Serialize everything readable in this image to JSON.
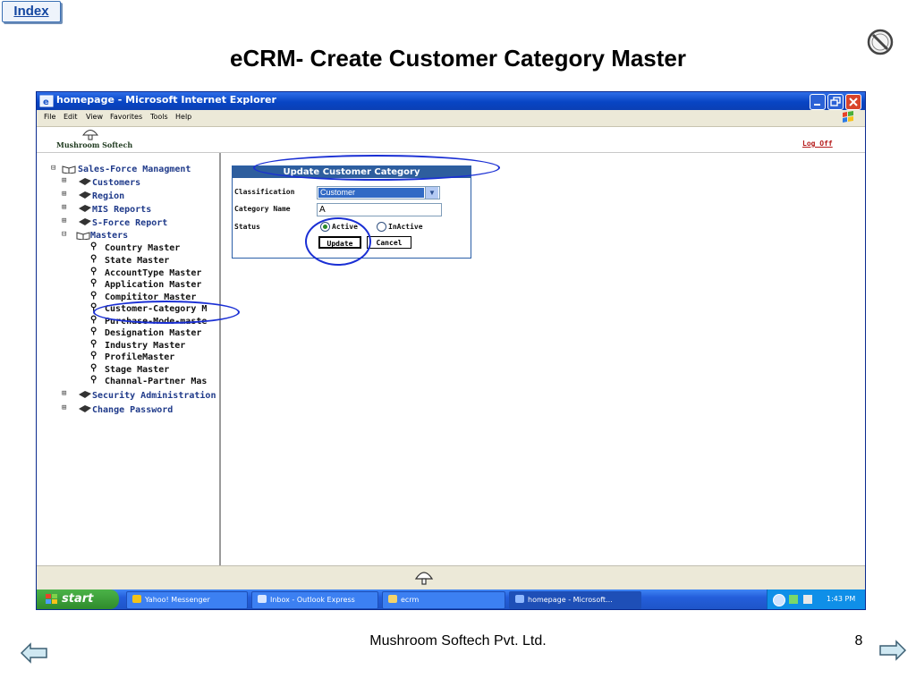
{
  "slide": {
    "index_label": "Index",
    "title": "eCRM- Create Customer Category Master",
    "footer_company": "Mushroom Softech Pvt. Ltd.",
    "page_number": "8"
  },
  "browser": {
    "title": "homepage - Microsoft Internet Explorer",
    "menu": [
      "File",
      "Edit",
      "View",
      "Favorites",
      "Tools",
      "Help"
    ]
  },
  "page": {
    "brand": "Mushroom Softech",
    "logoff": "Log Off"
  },
  "sidebar": {
    "root": "Sales-Force Managment",
    "groups": [
      "Customers",
      "Region",
      "MIS Reports",
      "S-Force Report"
    ],
    "masters_label": "Masters",
    "masters_items": [
      "Country Master",
      "State Master",
      "AccountType Master",
      "Application Master",
      "Compititor Master",
      "Customer-Category M",
      "Purchase-Mode-maste",
      "Designation Master",
      "Industry Master",
      "ProfileMaster",
      "Stage Master",
      "Channal-Partner Mas"
    ],
    "bottom_groups": [
      "Security Administration",
      "Change Password"
    ],
    "scrollbar_glyph": "|||"
  },
  "form": {
    "header": "Update Customer Category",
    "classification_label": "Classification",
    "classification_value": "Customer",
    "category_name_label": "Category Name",
    "category_name_value": "A",
    "status_label": "Status",
    "status_active": "Active",
    "status_inactive": "InActive",
    "update_button": "Update",
    "cancel_button": "Cancel"
  },
  "taskbar": {
    "start_label": "start",
    "tasks": [
      "Yahoo! Messenger",
      "Inbox - Outlook Express",
      "ecrm",
      "homepage - Microsoft..."
    ],
    "clock": "1:43 PM"
  },
  "colors": {
    "annotation": "#1a2fd4",
    "panel_header": "#2e5e9e",
    "xp_titlebar": "#0a45c4",
    "logoff": "#b51a1a"
  }
}
